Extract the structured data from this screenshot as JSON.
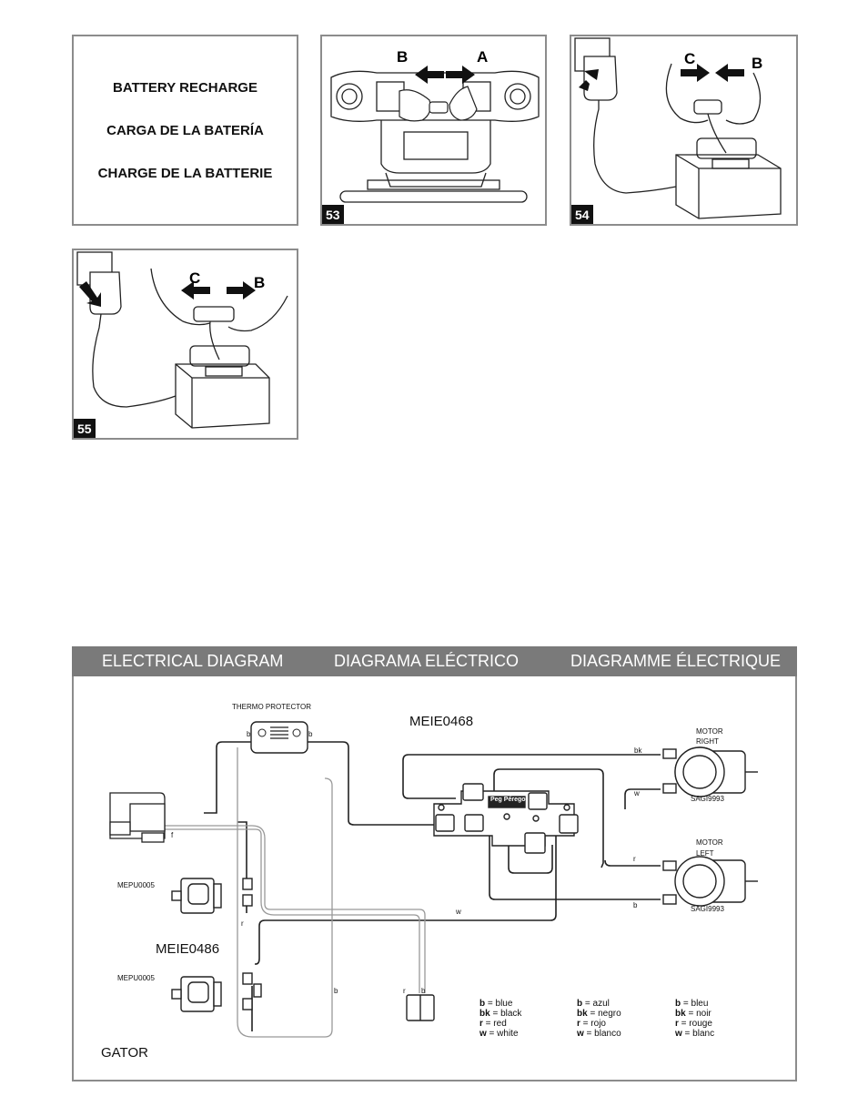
{
  "recharge_panel": {
    "line1": "BATTERY RECHARGE",
    "line2": "CARGA DE LA BATERÍA",
    "line3": "CHARGE DE LA BATTERIE"
  },
  "figures": {
    "fig53": {
      "number": "53",
      "label_left": "B",
      "label_right": "A"
    },
    "fig54": {
      "number": "54",
      "label_left": "C",
      "label_right": "B"
    },
    "fig55": {
      "number": "55",
      "label_left": "C",
      "label_right": "B"
    }
  },
  "diagram": {
    "header_en": "ELECTRICAL DIAGRAM",
    "header_es": "DIAGRAMA ELÉCTRICO",
    "header_fr": "DIAGRAMME ÉLECTRIQUE",
    "thermo_protector": "THERMO PROTECTOR",
    "part_top": "MEIE0468",
    "part_bottom": "MEIE0486",
    "switch_top": "MEPU0005",
    "switch_bottom": "MEPU0005",
    "motor_right_1": "MOTOR",
    "motor_right_2": "RIGHT",
    "motor_right_code": "SAGI9993",
    "motor_left_1": "MOTOR",
    "motor_left_2": "LEFT",
    "motor_left_code": "SAGI9993",
    "model": "GATOR",
    "brand": "Peg Pérego",
    "wires": {
      "b": "b",
      "bk": "bk",
      "r": "r",
      "w": "w",
      "f": "f"
    },
    "legend_en": [
      {
        "code": "b",
        "text": " = blue"
      },
      {
        "code": "bk",
        "text": " = black"
      },
      {
        "code": "r",
        "text": " = red"
      },
      {
        "code": "w",
        "text": " = white"
      }
    ],
    "legend_es": [
      {
        "code": "b",
        "text": " = azul"
      },
      {
        "code": "bk",
        "text": " = negro"
      },
      {
        "code": "r",
        "text": " = rojo"
      },
      {
        "code": "w",
        "text": " = blanco"
      }
    ],
    "legend_fr": [
      {
        "code": "b",
        "text": " = bleu"
      },
      {
        "code": "bk",
        "text": " = noir"
      },
      {
        "code": "r",
        "text": " = rouge"
      },
      {
        "code": "w",
        "text": " = blanc"
      }
    ]
  }
}
